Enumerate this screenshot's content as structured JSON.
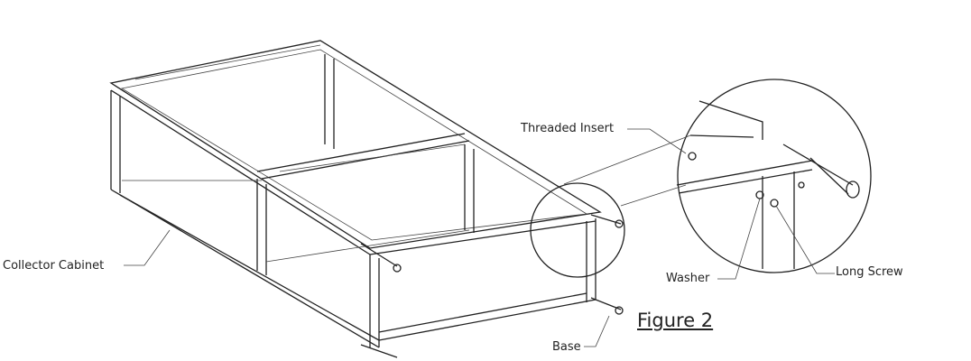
{
  "labels": {
    "threaded_insert": "Threaded Insert",
    "collector_cabinet": "Collector Cabinet",
    "washer": "Washer",
    "long_screw": "Long Screw",
    "base": "Base"
  },
  "caption": "Figure 2"
}
